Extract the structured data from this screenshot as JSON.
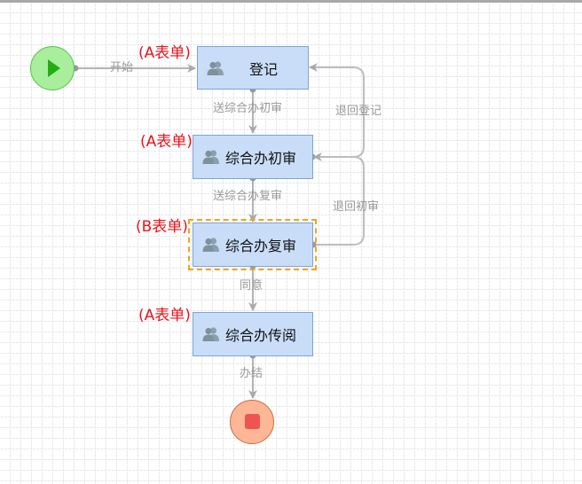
{
  "diagram": {
    "type": "workflow",
    "start": {
      "label": "",
      "icon": "play-icon",
      "color": "#a8ee9c"
    },
    "end": {
      "label": "",
      "icon": "stop-icon",
      "color": "#fdb796"
    },
    "nodes": [
      {
        "id": "register",
        "label": "登记",
        "form": "(A表单)",
        "icon": "users-icon",
        "selected": false
      },
      {
        "id": "initial-review",
        "label": "综合办初审",
        "form": "(A表单)",
        "icon": "users-icon",
        "selected": false
      },
      {
        "id": "second-review",
        "label": "综合办复审",
        "form": "(B表单)",
        "icon": "users-icon",
        "selected": true
      },
      {
        "id": "circulate",
        "label": "综合办传阅",
        "form": "(A表单)",
        "icon": "users-icon",
        "selected": false
      }
    ],
    "edges": [
      {
        "from": "start",
        "to": "register",
        "label": "开始"
      },
      {
        "from": "register",
        "to": "initial-review",
        "label": "送综合办初审"
      },
      {
        "from": "initial-review",
        "to": "second-review",
        "label": "送综合办复审"
      },
      {
        "from": "second-review",
        "to": "circulate",
        "label": "同意"
      },
      {
        "from": "circulate",
        "to": "end",
        "label": "办结"
      },
      {
        "from": "initial-review",
        "to": "register",
        "label": "退回登记"
      },
      {
        "from": "second-review",
        "to": "initial-review",
        "label": "退回初审"
      }
    ],
    "colors": {
      "node_fill": "#c9ddf8",
      "node_border": "#7aa4d8",
      "selection": "#f5a317",
      "form_tag": "#e8141c",
      "edge": "#b3b3b3",
      "edge_label": "#999999"
    }
  }
}
